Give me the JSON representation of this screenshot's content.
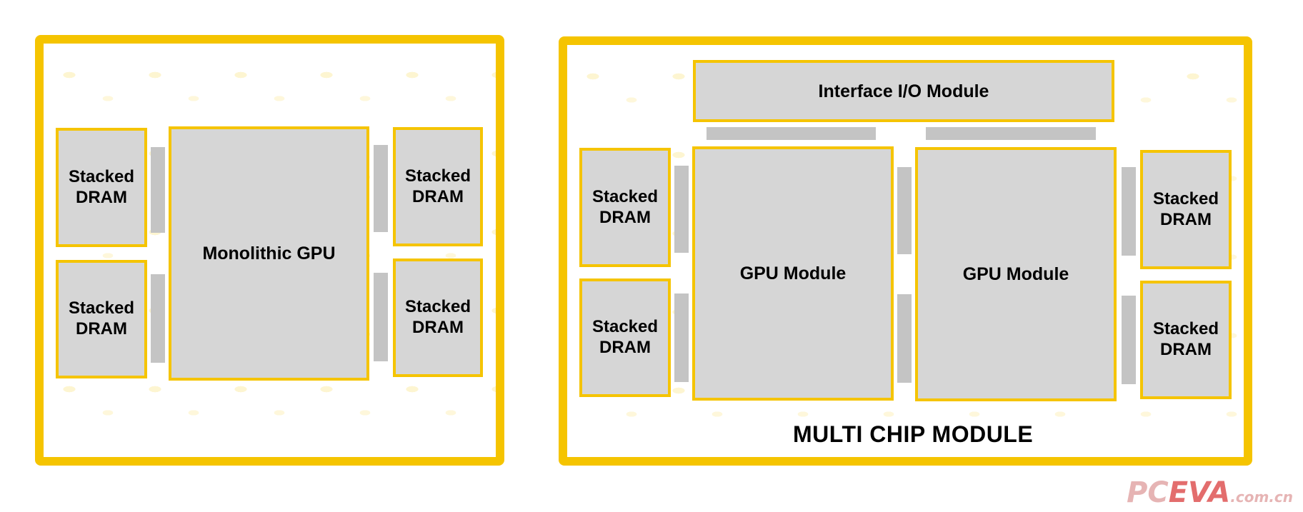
{
  "left_panel": {
    "gpu_label": "Monolithic GPU",
    "dram_label": "Stacked\nDRAM"
  },
  "right_panel": {
    "io_label": "Interface I/O Module",
    "gpu_module_label": "GPU Module",
    "dram_label": "Stacked\nDRAM",
    "title": "MULTI CHIP MODULE"
  },
  "watermark": {
    "part1": "PC",
    "part2": "EVA",
    "part3": ".com.cn"
  },
  "colors": {
    "accent": "#f5c400",
    "block_fill": "#d6d6d6",
    "connector": "#c4c4c4"
  }
}
